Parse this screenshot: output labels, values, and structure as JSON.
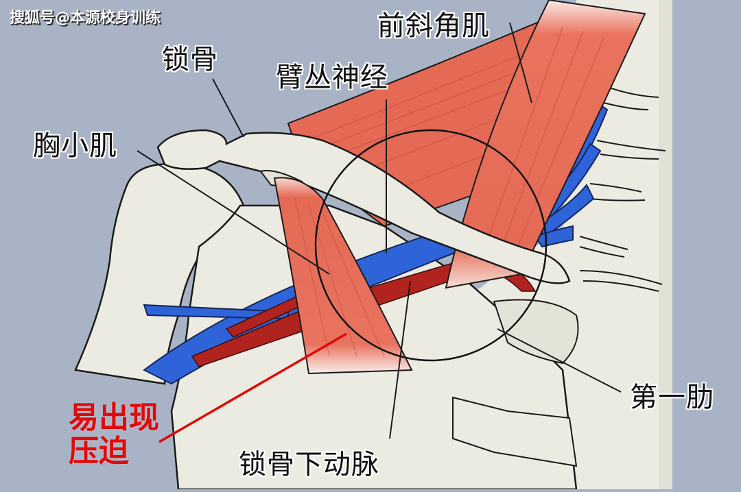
{
  "watermark": "搜狐号@本源校身训练",
  "labels": {
    "anterior_scalene": "前斜角肌",
    "clavicle": "锁骨",
    "brachial_plexus": "臂丛神经",
    "pectoralis_minor": "胸小肌",
    "first_rib": "第一肋",
    "subclavian_artery": "锁骨下动脉"
  },
  "annotation": {
    "line1": "易出现",
    "line2": "压迫",
    "color": "#e00a0a"
  },
  "colors": {
    "background": "#a9b3c6",
    "bone": "#ecebe2",
    "bone_shadow": "#d8d7cc",
    "muscle": "#e9735e",
    "muscle_dark": "#d4513d",
    "vein_nerve": "#2f64d8",
    "artery": "#b0231f",
    "outline": "#1a1a1a"
  }
}
